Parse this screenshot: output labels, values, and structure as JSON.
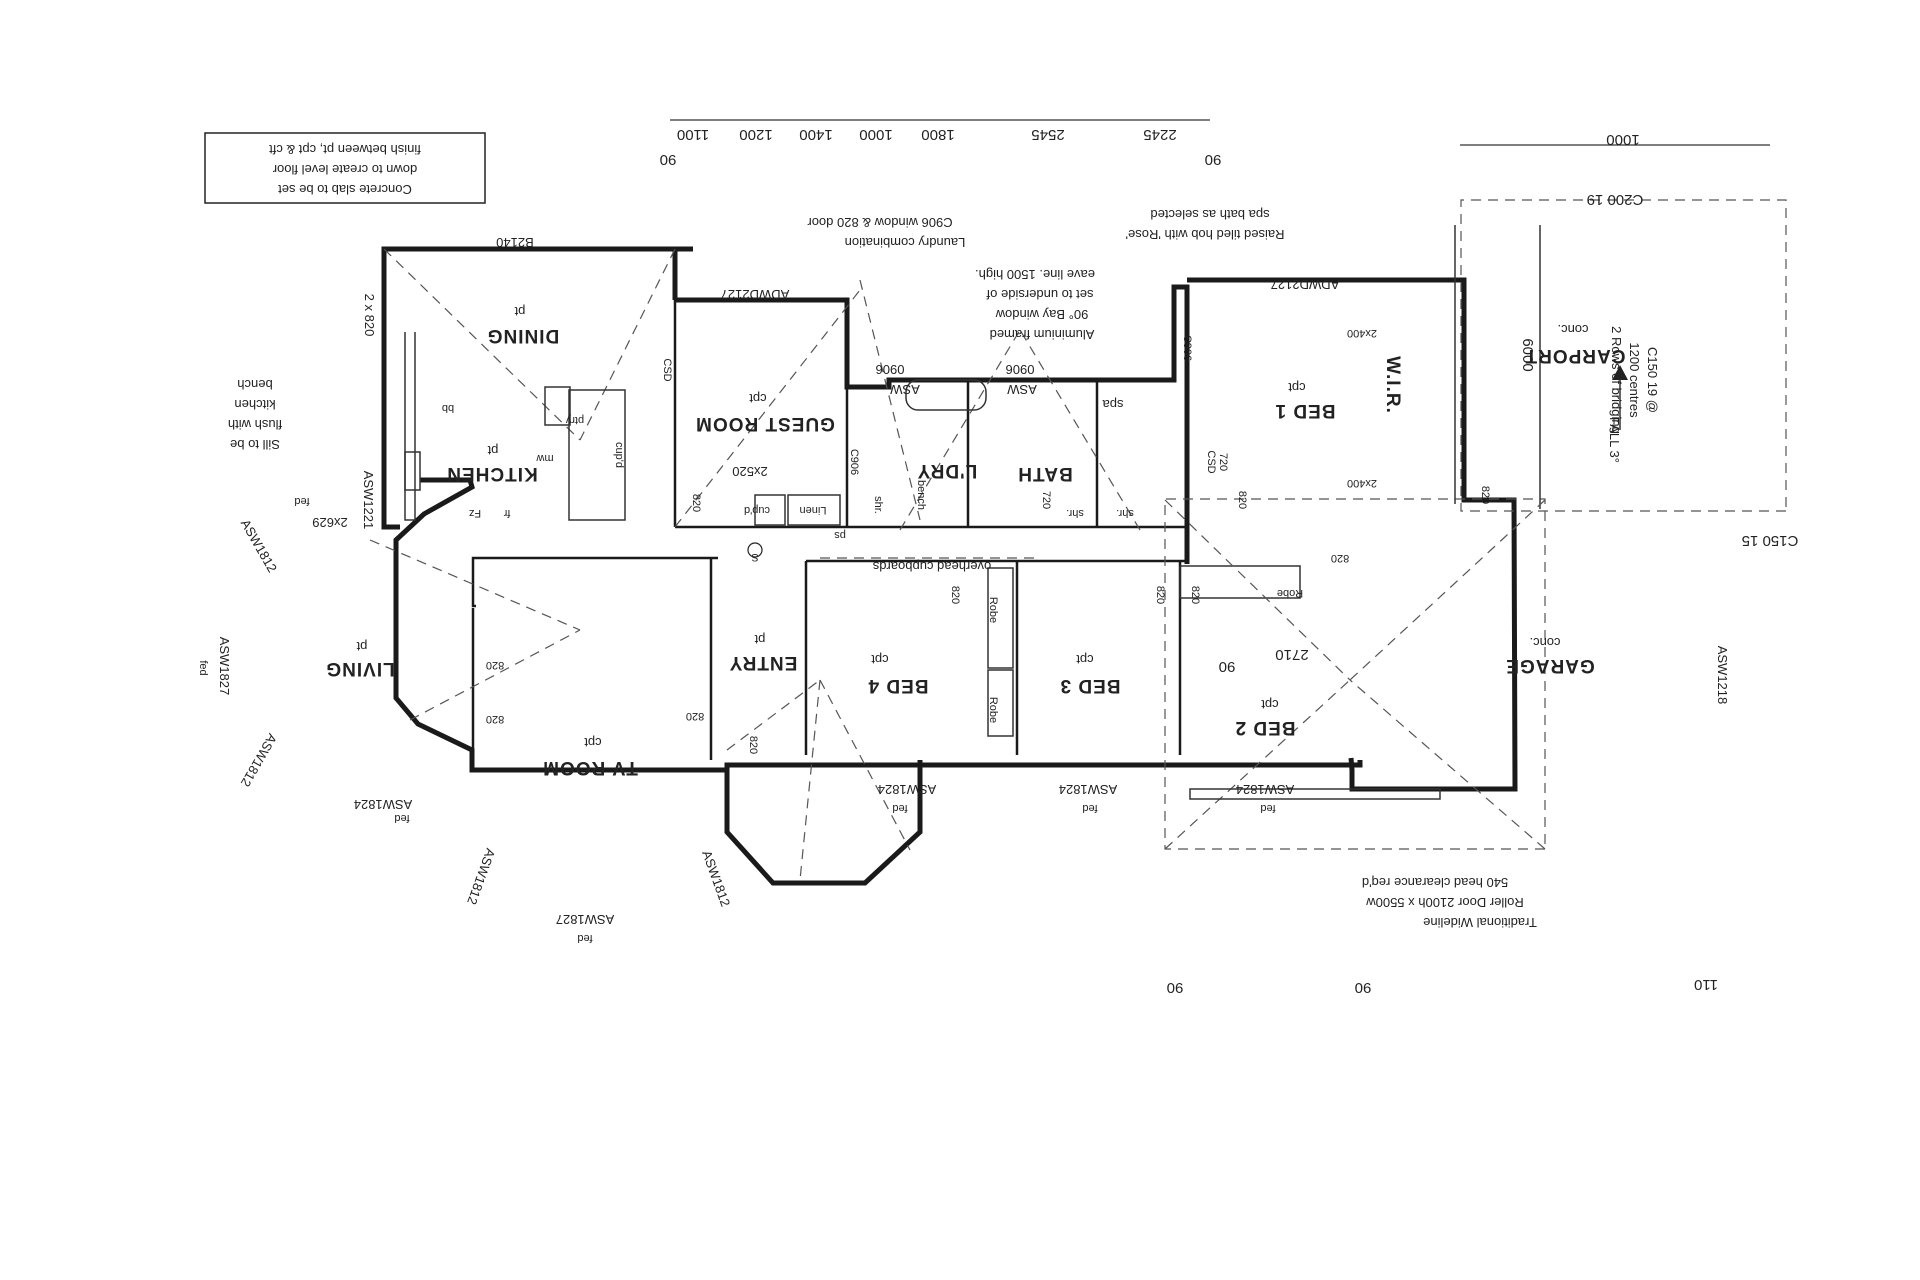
{
  "drawing": {
    "rotated": "180 degrees (upside-down scan)",
    "rooms": {
      "dining": "DINING",
      "dining_finish": "pt",
      "kitchen": "KITCHEN",
      "kitchen_finish": "pt",
      "guest_room": "GUEST ROOM",
      "guest_finish": "cpt",
      "living": "LIVING",
      "living_finish": "pt",
      "tv_room": "TV ROOM",
      "tv_finish": "cpt",
      "entry": "ENTRY",
      "entry_finish": "pt",
      "bed4": "BED 4",
      "bed4_finish": "cpt",
      "bed3": "BED 3",
      "bed3_finish": "cpt",
      "bed2": "BED 2",
      "bed2_finish": "cpt",
      "bed1": "BED 1",
      "bed1_finish": "cpt",
      "wir": "W.I.R.",
      "bath": "BATH",
      "ldry": "L'DRY",
      "garage": "GARAGE",
      "garage_finish": "conc.",
      "carport": "CARPORT",
      "carport_finish": "conc."
    },
    "fixtures": {
      "spa": "spa",
      "ptry": "ptry",
      "cupd_kitchen": "cup'd",
      "cupd_linen": "cup'd",
      "linen": "Linen",
      "robe_bed4": "Robe",
      "robe_bed3": "Robe",
      "robe_bed2": "Robe",
      "mw": "mw",
      "fr": "fr",
      "fz": "Fz",
      "bench": "bench",
      "shr_ensuite": "shr.",
      "shr_bath": "shr.",
      "shr_ldry": "shr.",
      "ps": "ps",
      "bb": "bb",
      "s_circle": "S"
    },
    "notes": {
      "slab": [
        "Concrete slab to be set",
        "down to create level floor",
        "finish between pt, cpt & cft"
      ],
      "sill": [
        "Sill to be",
        "flush with",
        "kitchen",
        "bench"
      ],
      "laundry": [
        "Laundry combination",
        "C906 window & 820 door"
      ],
      "bay_window": [
        "Aluminium framed",
        "90° Bay window",
        "set to underside of",
        "eave line. 1500 high."
      ],
      "spa_hob": [
        "Raised tiled hob with 'Rose'",
        "spa bath as selected"
      ],
      "overhead": "overhead cupboards",
      "roller_door": [
        "Traditional Wideline",
        "Roller Door 2100h x 5500w",
        "540 head clearance req'd"
      ],
      "bridging": [
        "C150 19 @",
        "1200 centres",
        "2 Rows of bridging"
      ],
      "fall": "FALL 3°"
    },
    "windows": {
      "b2140": "B2140",
      "adwd2127_guest": "ADWD2127",
      "adwd2127_bed1": "ADWD2127",
      "asw0906_a": "ASW",
      "asw0906_a_num": "0906",
      "asw0906_b": "ASW",
      "asw0906_b_num": "0906",
      "c0906_a": "C906",
      "c0906_b": "C906",
      "asw1221": "ASW1221",
      "asw1812_a": "ASW1812",
      "asw1827_living": "ASW1827",
      "asw1812_b": "ASW1812",
      "asw1824_living": "ASW1824",
      "asw1812_c": "ASW1812",
      "asw1827_tv": "ASW1827",
      "asw1812_d": "ASW1812",
      "asw1824_a": "ASW1824",
      "asw1824_b": "ASW1824",
      "asw1824_c": "ASW1824",
      "asw1218": "ASW1218",
      "fed": "fed"
    },
    "doors": {
      "d2x820": "2 x 820",
      "d2x629": "2x629",
      "d2x520": "2x520",
      "d820": "820",
      "d720": "720",
      "csd": "CSD",
      "d2x400": "2x400"
    },
    "dimensions": {
      "top": [
        "90",
        "1100",
        "1200",
        "1400",
        "1000",
        "1800",
        "2545",
        "2245",
        "90"
      ],
      "carport_width": "1000",
      "c200": "C200 19",
      "c150": "C150 15",
      "carport_len": "6000",
      "bed2_dim": "2710",
      "bed2_90": "90",
      "bottom": [
        "90",
        "90",
        "110"
      ]
    }
  }
}
